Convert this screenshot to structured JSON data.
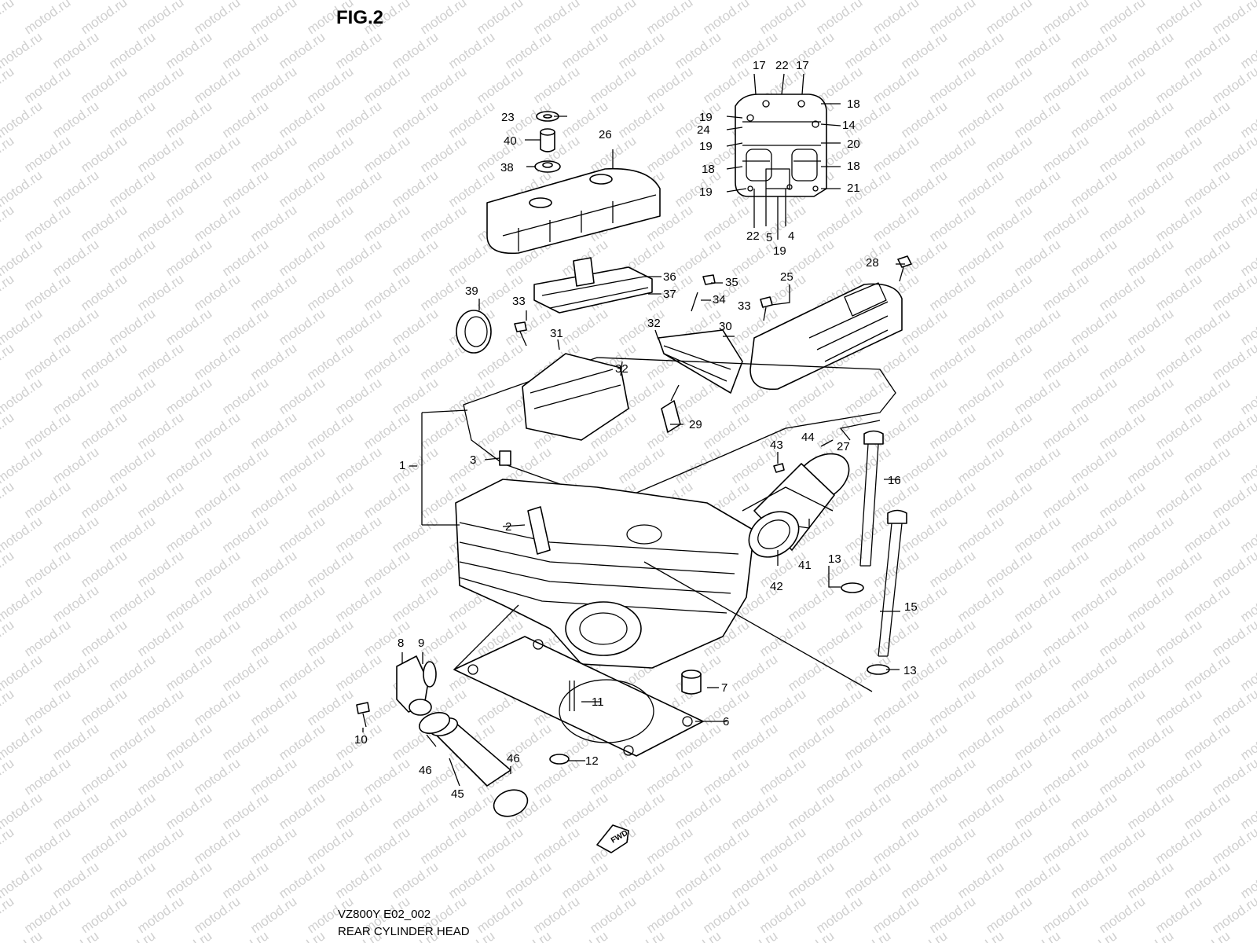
{
  "figure": {
    "title": "FIG.2",
    "model_code": "VZ800Y E02_002",
    "caption": "REAR CYLINDER HEAD",
    "watermark": "motod.ru",
    "fwd_marker": "FWD"
  },
  "callouts": [
    {
      "id": "c1",
      "label": "1"
    },
    {
      "id": "c2",
      "label": "2"
    },
    {
      "id": "c3",
      "label": "3"
    },
    {
      "id": "c4",
      "label": "4"
    },
    {
      "id": "c5",
      "label": "5"
    },
    {
      "id": "c6",
      "label": "6"
    },
    {
      "id": "c7",
      "label": "7"
    },
    {
      "id": "c8",
      "label": "8"
    },
    {
      "id": "c9",
      "label": "9"
    },
    {
      "id": "c10",
      "label": "10"
    },
    {
      "id": "c11",
      "label": "11"
    },
    {
      "id": "c12",
      "label": "12"
    },
    {
      "id": "c13a",
      "label": "13"
    },
    {
      "id": "c13b",
      "label": "13"
    },
    {
      "id": "c14",
      "label": "14"
    },
    {
      "id": "c15",
      "label": "15"
    },
    {
      "id": "c16",
      "label": "16"
    },
    {
      "id": "c17a",
      "label": "17"
    },
    {
      "id": "c17b",
      "label": "17"
    },
    {
      "id": "c18a",
      "label": "18"
    },
    {
      "id": "c18b",
      "label": "18"
    },
    {
      "id": "c18c",
      "label": "18"
    },
    {
      "id": "c19a",
      "label": "19"
    },
    {
      "id": "c19b",
      "label": "19"
    },
    {
      "id": "c19c",
      "label": "19"
    },
    {
      "id": "c19d",
      "label": "19"
    },
    {
      "id": "c20",
      "label": "20"
    },
    {
      "id": "c21",
      "label": "21"
    },
    {
      "id": "c22a",
      "label": "22"
    },
    {
      "id": "c22b",
      "label": "22"
    },
    {
      "id": "c23",
      "label": "23"
    },
    {
      "id": "c24",
      "label": "24"
    },
    {
      "id": "c25",
      "label": "25"
    },
    {
      "id": "c26",
      "label": "26"
    },
    {
      "id": "c27",
      "label": "27"
    },
    {
      "id": "c28",
      "label": "28"
    },
    {
      "id": "c29",
      "label": "29"
    },
    {
      "id": "c30",
      "label": "30"
    },
    {
      "id": "c31",
      "label": "31"
    },
    {
      "id": "c32a",
      "label": "32"
    },
    {
      "id": "c32b",
      "label": "32"
    },
    {
      "id": "c33a",
      "label": "33"
    },
    {
      "id": "c33b",
      "label": "33"
    },
    {
      "id": "c34",
      "label": "34"
    },
    {
      "id": "c35",
      "label": "35"
    },
    {
      "id": "c36",
      "label": "36"
    },
    {
      "id": "c37",
      "label": "37"
    },
    {
      "id": "c38",
      "label": "38"
    },
    {
      "id": "c39",
      "label": "39"
    },
    {
      "id": "c40",
      "label": "40"
    },
    {
      "id": "c41",
      "label": "41"
    },
    {
      "id": "c42",
      "label": "42"
    },
    {
      "id": "c43",
      "label": "43"
    },
    {
      "id": "c44",
      "label": "44"
    },
    {
      "id": "c45",
      "label": "45"
    },
    {
      "id": "c46a",
      "label": "46"
    },
    {
      "id": "c46b",
      "label": "46"
    }
  ]
}
